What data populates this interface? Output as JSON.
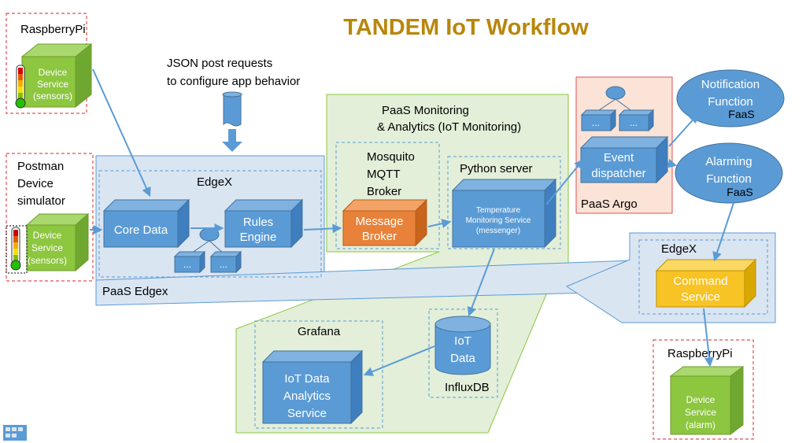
{
  "title": "TANDEM IoT Workflow",
  "colors": {
    "title": "#B8860B",
    "edgex_fill": "#DAE5F2",
    "monitoring_fill": "#E3EFD9",
    "argo_fill": "#FBE3D7",
    "box_blue": "#5B9BD5",
    "box_green": "#8DC63F",
    "box_orange": "#E8823A",
    "box_yellow": "#F7C325",
    "arrow": "#5B9BD5",
    "dashed_red": "#E05050"
  },
  "sources": {
    "rpi_top": {
      "label": "RaspberryPi",
      "device_lines": [
        "Device",
        "Service",
        "(sensors)"
      ]
    },
    "postman": {
      "label_lines": [
        "Postman",
        "Device",
        "simulator"
      ],
      "device_lines": [
        "Device",
        "Service",
        "(sensors)"
      ]
    }
  },
  "json_note": [
    "JSON post requests",
    "to configure app behavior"
  ],
  "edgex_left": {
    "label": "EdgeX",
    "paas_label": "PaaS Edgex",
    "core_data": "Core Data",
    "rules_engine": [
      "Rules",
      "Engine"
    ],
    "small_boxes": [
      "...",
      "..."
    ]
  },
  "monitoring": {
    "title": [
      "PaaS Monitoring",
      "& Analytics (IoT Monitoring)"
    ],
    "mosquito": [
      "Mosquito",
      "MQTT",
      "Broker"
    ],
    "message_broker": [
      "Message",
      "Broker"
    ],
    "python_label": "Python server",
    "temperature_service": [
      "Temperature",
      "Monitoring Service",
      "(messenger)"
    ]
  },
  "argo": {
    "label": "PaaS Argo",
    "event_dispatcher": [
      "Event",
      "dispatcher"
    ],
    "small_boxes": [
      "...",
      "..."
    ]
  },
  "functions": {
    "notification": {
      "lines": [
        "Notification",
        "Function"
      ],
      "faas": "FaaS"
    },
    "alarming": {
      "lines": [
        "Alarming",
        "Function"
      ],
      "faas": "FaaS"
    }
  },
  "edgex_right": {
    "label": "EdgeX",
    "command_service": [
      "Command",
      "Service"
    ]
  },
  "rpi_bottom": {
    "label": "RaspberryPi",
    "device_lines": [
      "Device",
      "Service",
      "(alarm)"
    ]
  },
  "grafana": {
    "label": "Grafana",
    "service": [
      "IoT Data",
      "Analytics",
      "Service"
    ]
  },
  "influx": {
    "db_lines": [
      "IoT",
      "Data"
    ],
    "label": "InfluxDB"
  }
}
